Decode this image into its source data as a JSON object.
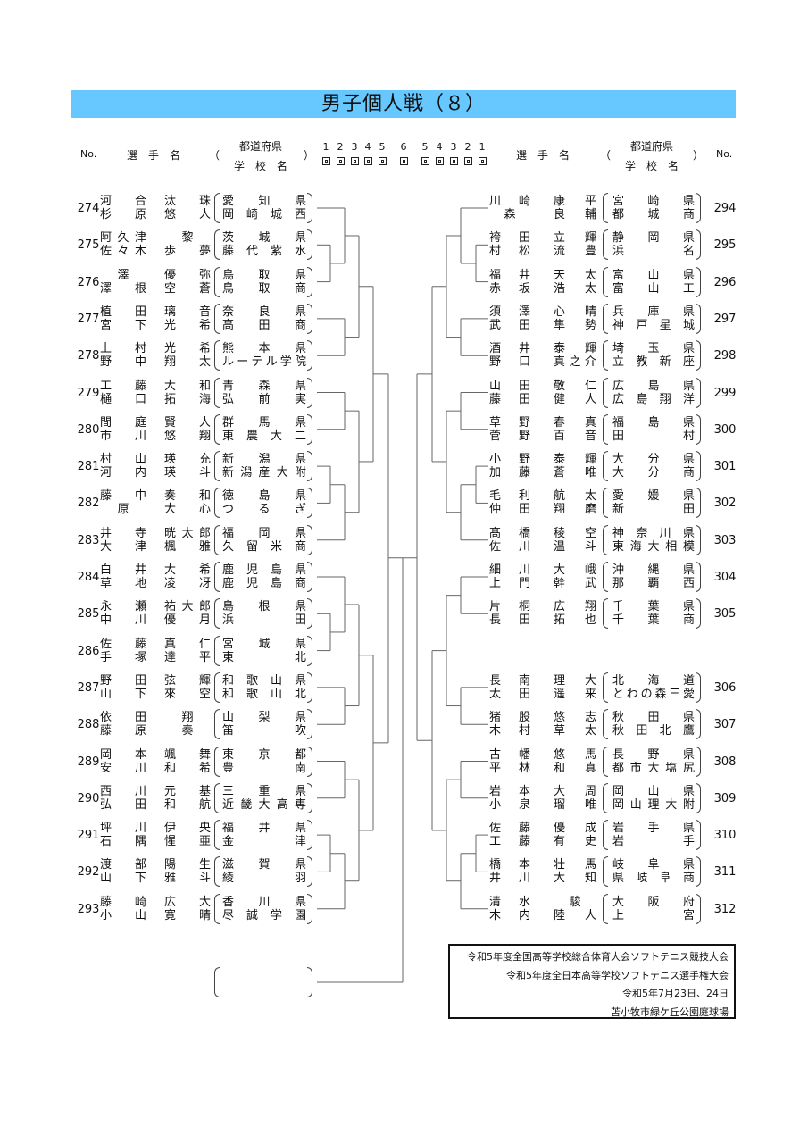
{
  "title": "男子個人戦（８）",
  "header": {
    "no_label": "No.",
    "player_label": "選　手　名",
    "paren_open": "（",
    "paren_close": "）",
    "prefecture_label": "都道府県",
    "school_label": "学　校　名",
    "rounds_left": [
      "1",
      "2",
      "3",
      "4",
      "5"
    ],
    "round_center": "6",
    "rounds_right": [
      "5",
      "4",
      "3",
      "2",
      "1"
    ]
  },
  "left": [
    {
      "no": "274",
      "p": [
        [
          "河合",
          "汰珠"
        ],
        [
          "杉原",
          "悠人"
        ]
      ],
      "s": [
        "愛知県",
        "岡崎城西"
      ]
    },
    {
      "no": "275",
      "p": [
        [
          "阿久津",
          "黎"
        ],
        [
          "佐々木",
          "歩夢"
        ]
      ],
      "s": [
        "茨城県",
        "藤代紫水"
      ]
    },
    {
      "no": "276",
      "p": [
        [
          "澤",
          "優弥"
        ],
        [
          "澤根",
          "空蒼"
        ]
      ],
      "s": [
        "鳥取県",
        "鳥取商"
      ]
    },
    {
      "no": "277",
      "p": [
        [
          "植田",
          "璃音"
        ],
        [
          "宮下",
          "光希"
        ]
      ],
      "s": [
        "奈良県",
        "高田商"
      ]
    },
    {
      "no": "278",
      "p": [
        [
          "上村",
          "光希"
        ],
        [
          "野中",
          "翔太"
        ]
      ],
      "s": [
        "熊本県",
        "ルーテル学院"
      ]
    },
    {
      "no": "279",
      "p": [
        [
          "工藤",
          "大和"
        ],
        [
          "樋口",
          "拓海"
        ]
      ],
      "s": [
        "青森県",
        "弘前実"
      ]
    },
    {
      "no": "280",
      "p": [
        [
          "間庭",
          "賢人"
        ],
        [
          "市川",
          "悠翔"
        ]
      ],
      "s": [
        "群馬県",
        "東農大二"
      ]
    },
    {
      "no": "281",
      "p": [
        [
          "村山",
          "瑛充"
        ],
        [
          "河内",
          "瑛斗"
        ]
      ],
      "s": [
        "新潟県",
        "新潟産大附"
      ]
    },
    {
      "no": "282",
      "p": [
        [
          "藤中",
          "奏和"
        ],
        [
          "原",
          "大心"
        ]
      ],
      "s": [
        "徳島県",
        "つるぎ"
      ]
    },
    {
      "no": "283",
      "p": [
        [
          "井寺",
          "晄太郎"
        ],
        [
          "大津",
          "楓雅"
        ]
      ],
      "s": [
        "福岡県",
        "久留米商"
      ]
    },
    {
      "no": "284",
      "p": [
        [
          "白井",
          "大希"
        ],
        [
          "草地",
          "凌冴"
        ]
      ],
      "s": [
        "鹿児島県",
        "鹿児島商"
      ]
    },
    {
      "no": "285",
      "p": [
        [
          "永瀬",
          "祐大郎"
        ],
        [
          "中川",
          "優月"
        ]
      ],
      "s": [
        "島根県",
        "浜田"
      ]
    },
    {
      "no": "286",
      "p": [
        [
          "佐藤",
          "真仁"
        ],
        [
          "手塚",
          "達平"
        ]
      ],
      "s": [
        "宮城県",
        "東北"
      ]
    },
    {
      "no": "287",
      "p": [
        [
          "野田",
          "弦輝"
        ],
        [
          "山下",
          "來空"
        ]
      ],
      "s": [
        "和歌山県",
        "和歌山北"
      ]
    },
    {
      "no": "288",
      "p": [
        [
          "依田",
          "翔"
        ],
        [
          "藤原",
          "奏"
        ]
      ],
      "s": [
        "山梨県",
        "笛吹"
      ]
    },
    {
      "no": "289",
      "p": [
        [
          "岡本",
          "颯舞"
        ],
        [
          "安川",
          "和希"
        ]
      ],
      "s": [
        "東京都",
        "豊南"
      ]
    },
    {
      "no": "290",
      "p": [
        [
          "西川",
          "元基"
        ],
        [
          "弘田",
          "和航"
        ]
      ],
      "s": [
        "三重県",
        "近畿大高専"
      ]
    },
    {
      "no": "291",
      "p": [
        [
          "坪川",
          "伊央"
        ],
        [
          "石隅",
          "惺亜"
        ]
      ],
      "s": [
        "福井県",
        "金津"
      ]
    },
    {
      "no": "292",
      "p": [
        [
          "渡部",
          "陽生"
        ],
        [
          "山下",
          "雅斗"
        ]
      ],
      "s": [
        "滋賀県",
        "綾羽"
      ]
    },
    {
      "no": "293",
      "p": [
        [
          "藤崎",
          "広大"
        ],
        [
          "小山",
          "寛晴"
        ]
      ],
      "s": [
        "香川県",
        "尽誠学園"
      ]
    }
  ],
  "right": [
    {
      "no": "294",
      "p": [
        [
          "川崎",
          "康平"
        ],
        [
          "森",
          "良輔"
        ]
      ],
      "s": [
        "宮崎県",
        "都城商"
      ]
    },
    {
      "no": "295",
      "p": [
        [
          "袴田",
          "立輝"
        ],
        [
          "村松",
          "流豊"
        ]
      ],
      "s": [
        "静岡県",
        "浜名"
      ]
    },
    {
      "no": "296",
      "p": [
        [
          "福井",
          "天太"
        ],
        [
          "赤坂",
          "浩太"
        ]
      ],
      "s": [
        "富山県",
        "富山工"
      ]
    },
    {
      "no": "297",
      "p": [
        [
          "須澤",
          "心晴"
        ],
        [
          "武田",
          "隼勢"
        ]
      ],
      "s": [
        "兵庫県",
        "神戸星城"
      ]
    },
    {
      "no": "298",
      "p": [
        [
          "酒井",
          "泰輝"
        ],
        [
          "野口",
          "真之介"
        ]
      ],
      "s": [
        "埼玉県",
        "立教新座"
      ]
    },
    {
      "no": "299",
      "p": [
        [
          "山田",
          "敬仁"
        ],
        [
          "藤田",
          "健人"
        ]
      ],
      "s": [
        "広島県",
        "広島翔洋"
      ]
    },
    {
      "no": "300",
      "p": [
        [
          "草野",
          "春真"
        ],
        [
          "菅野",
          "百音"
        ]
      ],
      "s": [
        "福島県",
        "田村"
      ]
    },
    {
      "no": "301",
      "p": [
        [
          "小野",
          "泰輝"
        ],
        [
          "加藤",
          "蒼唯"
        ]
      ],
      "s": [
        "大分県",
        "大分商"
      ]
    },
    {
      "no": "302",
      "p": [
        [
          "毛利",
          "航太"
        ],
        [
          "仲田",
          "翔磨"
        ]
      ],
      "s": [
        "愛媛県",
        "新田"
      ]
    },
    {
      "no": "303",
      "p": [
        [
          "髙橋",
          "稜空"
        ],
        [
          "佐川",
          "温斗"
        ]
      ],
      "s": [
        "神奈川県",
        "東海大相模"
      ]
    },
    {
      "no": "304",
      "p": [
        [
          "細川",
          "大峨"
        ],
        [
          "上門",
          "幹武"
        ]
      ],
      "s": [
        "沖縄県",
        "那覇西"
      ]
    },
    {
      "no": "305",
      "p": [
        [
          "片桐",
          "広翔"
        ],
        [
          "長田",
          "拓也"
        ]
      ],
      "s": [
        "千葉県",
        "千葉商"
      ]
    },
    {
      "no": "306",
      "p": [
        [
          "長南",
          "理大"
        ],
        [
          "太田",
          "遥来"
        ]
      ],
      "s": [
        "北海道",
        "とわの森三愛"
      ]
    },
    {
      "no": "307",
      "p": [
        [
          "猪股",
          "悠志"
        ],
        [
          "木村",
          "草太"
        ]
      ],
      "s": [
        "秋田県",
        "秋田北鷹"
      ]
    },
    {
      "no": "308",
      "p": [
        [
          "古幡",
          "悠馬"
        ],
        [
          "平林",
          "和真"
        ]
      ],
      "s": [
        "長野県",
        "都市大塩尻"
      ]
    },
    {
      "no": "309",
      "p": [
        [
          "岩本",
          "大周"
        ],
        [
          "小泉",
          "瑠唯"
        ]
      ],
      "s": [
        "岡山県",
        "岡山理大附"
      ]
    },
    {
      "no": "310",
      "p": [
        [
          "佐藤",
          "優成"
        ],
        [
          "工藤",
          "有史"
        ]
      ],
      "s": [
        "岩手県",
        "岩手"
      ]
    },
    {
      "no": "311",
      "p": [
        [
          "橋本",
          "壮馬"
        ],
        [
          "井川",
          "大知"
        ]
      ],
      "s": [
        "岐阜県",
        "県岐阜商"
      ]
    },
    {
      "no": "312",
      "p": [
        [
          "清水",
          "駿"
        ],
        [
          "木内",
          "陸人"
        ]
      ],
      "s": [
        "大阪府",
        "上宮"
      ]
    }
  ],
  "footer": [
    "令和5年度全国高等学校総合体育大会ソフトテニス競技大会",
    "令和5年度全日本高等学校ソフトテニス選手権大会",
    "令和5年7月23日、24日",
    "苫小牧市緑ケ丘公園庭球場"
  ],
  "colors": {
    "title_bar": "#66c8ff",
    "lines": "#666666"
  }
}
